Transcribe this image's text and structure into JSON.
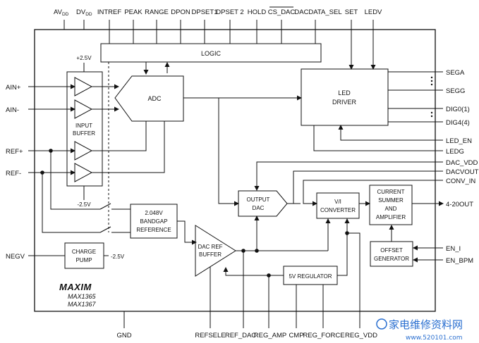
{
  "top_pins": [
    "AV_DD",
    "DV_DD",
    "INTREF",
    "PEAK",
    "RANGE",
    "DPON",
    "DPSET1",
    "DPSET 2",
    "HOLD",
    "CS_DAC",
    "DACDATA_SEL",
    "SET",
    "LEDV"
  ],
  "top_pin_parts": {
    "av": {
      "main": "AV",
      "sub": "DD"
    },
    "dv": {
      "main": "DV",
      "sub": "DD"
    }
  },
  "left_pins": [
    "AIN+",
    "AIN-",
    "REF+",
    "REF-",
    "NEGV"
  ],
  "right_pins": [
    "SEGA",
    "SEGG",
    "DIG0(1)",
    "DIG4(4)",
    "LED_EN",
    "LEDG",
    "DAC_VDD",
    "DACVOUT",
    "CONV_IN",
    "4-20OUT",
    "EN_I",
    "EN_BPM"
  ],
  "bottom_pins": [
    "GND",
    "REFSELE",
    "REF_DAC",
    "REG_AMP",
    "CMP",
    "REG_FORCE",
    "REG_VDD"
  ],
  "blocks": {
    "logic": "LOGIC",
    "adc": "ADC",
    "led_driver": [
      "LED",
      "DRIVER"
    ],
    "input_buffer": [
      "INPUT",
      "BUFFER"
    ],
    "bandgap": [
      "2.048V",
      "BANDGAP",
      "REFERENCE"
    ],
    "charge_pump": [
      "CHARGE",
      "PUMP"
    ],
    "dac_ref_buffer": [
      "DAC REF",
      "BUFFER"
    ],
    "output_dac": [
      "OUTPUT",
      "DAC"
    ],
    "vi_converter": [
      "V/I",
      "CONVERTER"
    ],
    "current_summer": [
      "CURRENT",
      "SUMMER",
      "AND",
      "AMPLIFIER"
    ],
    "offset_generator": [
      "OFFSET",
      "GENERATOR"
    ],
    "regulator": "5V REGULATOR"
  },
  "rails": {
    "pos": "+2.5V",
    "neg": "-2.5V",
    "pump_out": "-2.5V"
  },
  "brand": "MAXIM",
  "parts": [
    "MAX1365",
    "MAX1367"
  ],
  "watermark": {
    "text": "家电维修资料网",
    "url": "www.520101.com"
  },
  "colors": {
    "line": "#111111",
    "watermark": "#2a6fd0"
  }
}
